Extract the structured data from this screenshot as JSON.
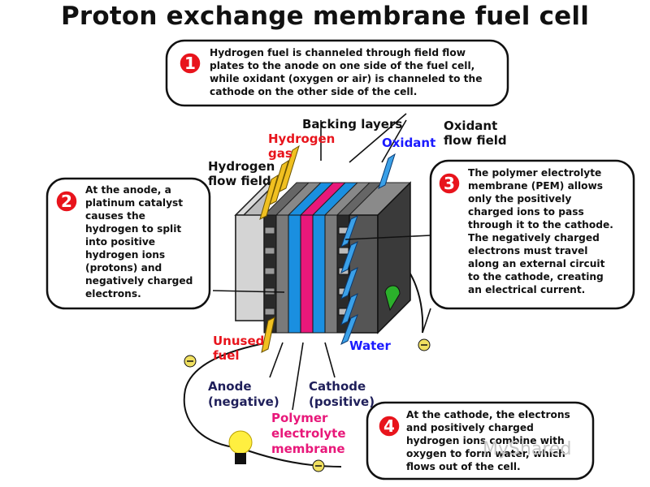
{
  "title": "Proton exchange membrane fuel cell",
  "callouts": [
    {
      "number": "1",
      "lines": [
        "Hydrogen fuel is channeled through field flow",
        "plates to the anode on one side of the fuel cell,",
        "while oxidant (oxygen or air) is channeled to the",
        "cathode on the other side of the cell."
      ]
    },
    {
      "number": "2",
      "lines": [
        "At the anode, a",
        "platinum catalyst",
        "causes the",
        "hydrogen to split",
        "into positive",
        "hydrogen ions",
        "(protons) and",
        "negatively charged",
        "electrons."
      ]
    },
    {
      "number": "3",
      "lines": [
        "The polymer electrolyte",
        "membrane (PEM) allows",
        "only the positively",
        "charged ions to pass",
        "through it to the cathode.",
        "The negatively charged",
        "electrons must travel",
        "along an external circuit",
        "to the cathode, creating",
        "an electrical current."
      ]
    },
    {
      "number": "4",
      "lines": [
        "At the cathode, the electrons",
        "and positively charged",
        "hydrogen ions combine with",
        "oxygen to form water, which",
        "flows out of the cell."
      ]
    }
  ],
  "labels": {
    "backing_layers": "Backing layers",
    "hydrogen_gas": [
      "Hydrogen",
      "gas"
    ],
    "oxidant": "Oxidant",
    "oxidant_flow_field": [
      "Oxidant",
      "flow field"
    ],
    "hydrogen_flow_field": [
      "Hydrogen",
      "flow field"
    ],
    "unused_fuel": [
      "Unused",
      "fuel"
    ],
    "water": "Water",
    "anode": [
      "Anode",
      "(negative)"
    ],
    "cathode": [
      "Cathode",
      "(positive)"
    ],
    "polymer_membrane": [
      "Polymer",
      "electrolyte",
      "membrane"
    ]
  },
  "watermark": "MyShared",
  "colors": {
    "hydrogen_label": "#e8141c",
    "oxidant_label": "#1a1aff",
    "water_label": "#1a1aff",
    "anode_label": "#1f1f5a",
    "cathode_label": "#1f1f5a",
    "membrane_label": "#e8187a",
    "number_badge": "#e8141c",
    "membrane_fill": "#e8187a",
    "layer_blue": "#1a8fe0",
    "plate_dark": "#444444",
    "arrow_yellow": "#f0c020",
    "arrow_blue": "#3aa0e8"
  }
}
